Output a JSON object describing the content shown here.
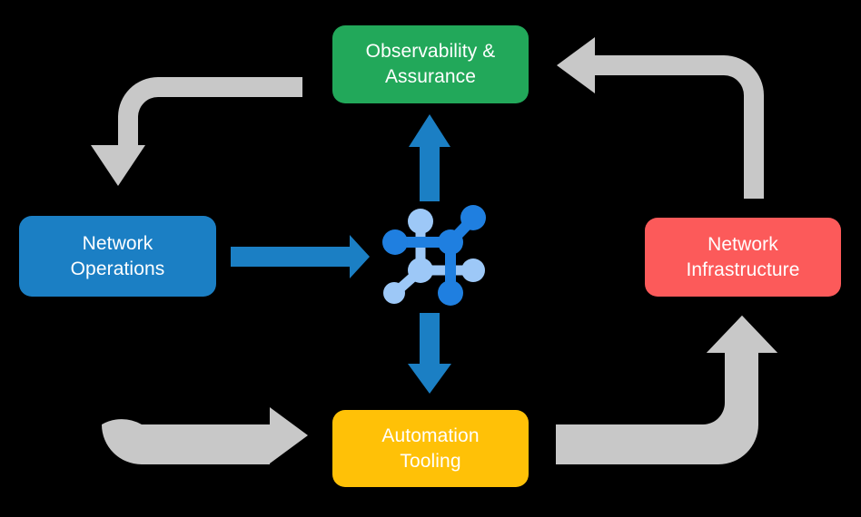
{
  "diagram": {
    "title": "Network automation lifecycle cycle diagram",
    "background_color": "#000000",
    "nodes": [
      {
        "id": "observability",
        "label": "Observability &\nAssurance",
        "color": "#22a85a",
        "position": "top"
      },
      {
        "id": "operations",
        "label": "Network\nOperations",
        "color": "#1b7fc4",
        "position": "left"
      },
      {
        "id": "infrastructure",
        "label": "Network\nInfrastructure",
        "color": "#fc5a5a",
        "position": "right"
      },
      {
        "id": "automation",
        "label": "Automation\nTooling",
        "color": "#ffc107",
        "position": "bottom"
      }
    ],
    "center_icon": {
      "name": "network-topology-icon",
      "primary_color": "#1f7fe0",
      "secondary_color": "#9dc8f7"
    },
    "blue_arrows": {
      "color": "#1b7fc4",
      "items": [
        {
          "name": "arrow-center-to-observability",
          "direction": "up"
        },
        {
          "name": "arrow-operations-to-center",
          "direction": "right"
        },
        {
          "name": "arrow-center-to-automation",
          "direction": "down"
        }
      ]
    },
    "gray_arrows": {
      "color": "#c8c8c8",
      "items": [
        {
          "name": "arrow-observability-to-operations",
          "from": "observability",
          "to": "operations"
        },
        {
          "name": "arrow-infrastructure-to-observability",
          "from": "infrastructure",
          "to": "observability"
        },
        {
          "name": "arrow-operations-to-automation",
          "from": "operations",
          "to": "automation"
        },
        {
          "name": "arrow-automation-to-infrastructure",
          "from": "automation",
          "to": "infrastructure"
        }
      ]
    }
  }
}
